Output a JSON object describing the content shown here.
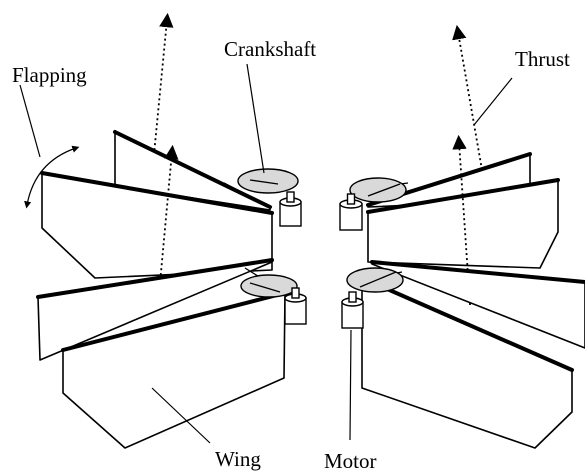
{
  "labels": {
    "flapping": "Flapping",
    "crankshaft": "Crankshaft",
    "thrust": "Thrust",
    "wing": "Wing",
    "motor": "Motor"
  },
  "colors": {
    "crankshaft_fill": "#d9d9d9",
    "line": "#000000",
    "background": "#ffffff"
  }
}
